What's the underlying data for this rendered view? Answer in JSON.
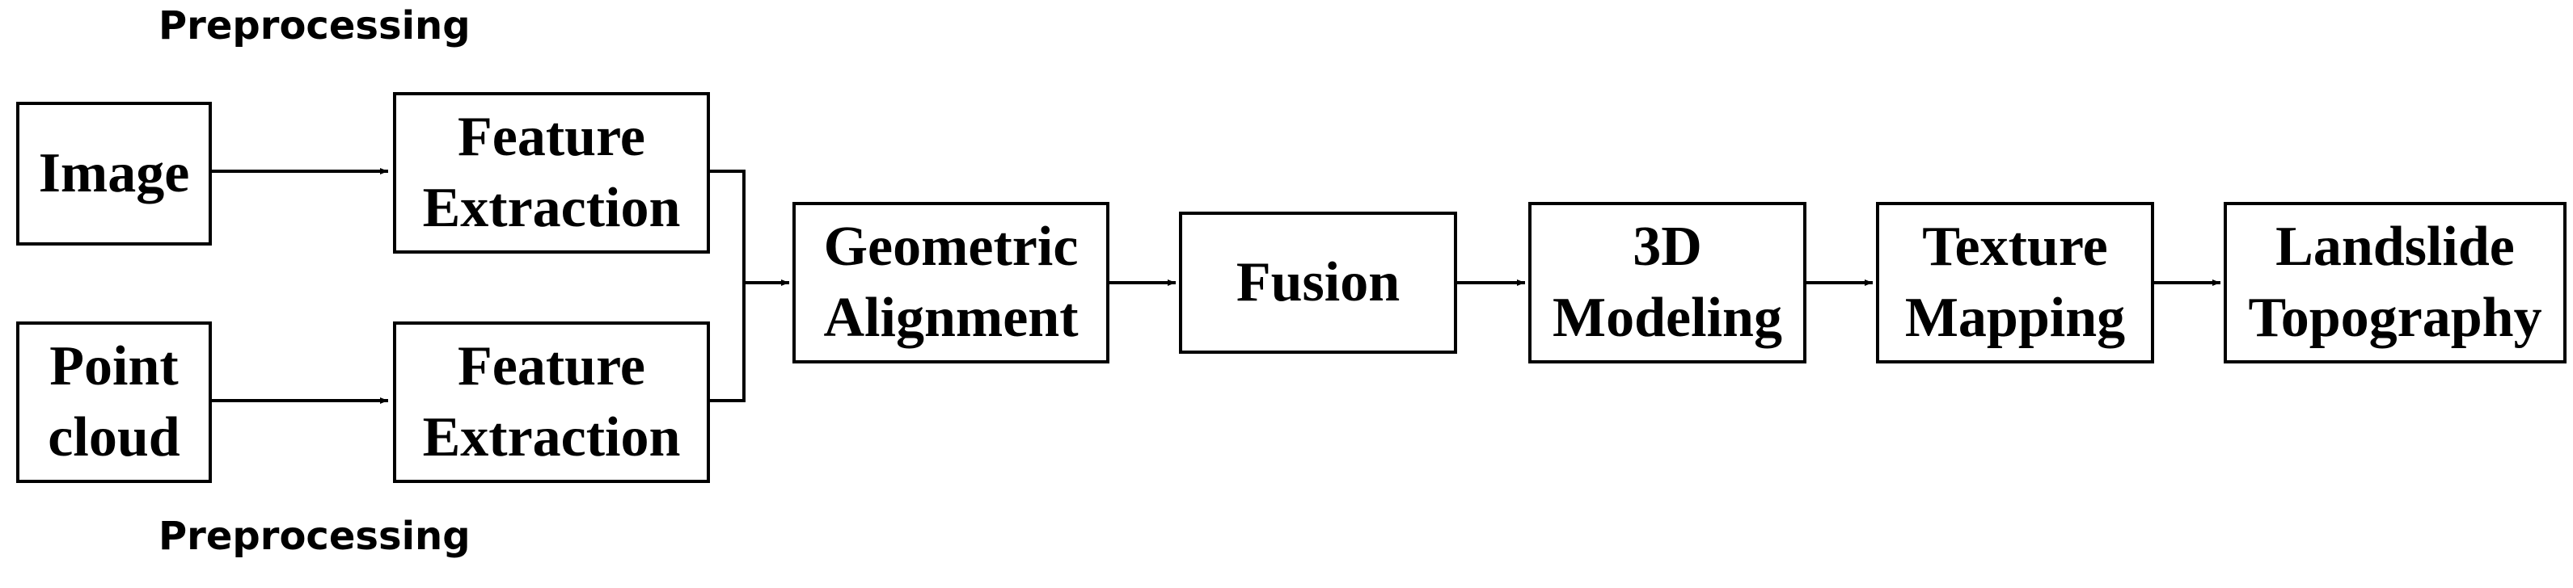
{
  "labels": {
    "preprocessing_top": "Preprocessing",
    "preprocessing_bottom": "Preprocessing"
  },
  "nodes": {
    "image": {
      "lines": [
        "Image"
      ]
    },
    "point_cloud": {
      "lines": [
        "Point",
        "cloud"
      ]
    },
    "feature_extraction_top": {
      "lines": [
        "Feature",
        "Extraction"
      ]
    },
    "feature_extraction_bottom": {
      "lines": [
        "Feature",
        "Extraction"
      ]
    },
    "geometric_alignment": {
      "lines": [
        "Geometric",
        "Alignment"
      ]
    },
    "fusion": {
      "lines": [
        "Fusion"
      ]
    },
    "modeling_3d": {
      "lines": [
        "3D",
        "Modeling"
      ]
    },
    "texture_mapping": {
      "lines": [
        "Texture",
        "Mapping"
      ]
    },
    "landslide_topography": {
      "lines": [
        "Landslide",
        "Topography"
      ]
    }
  }
}
